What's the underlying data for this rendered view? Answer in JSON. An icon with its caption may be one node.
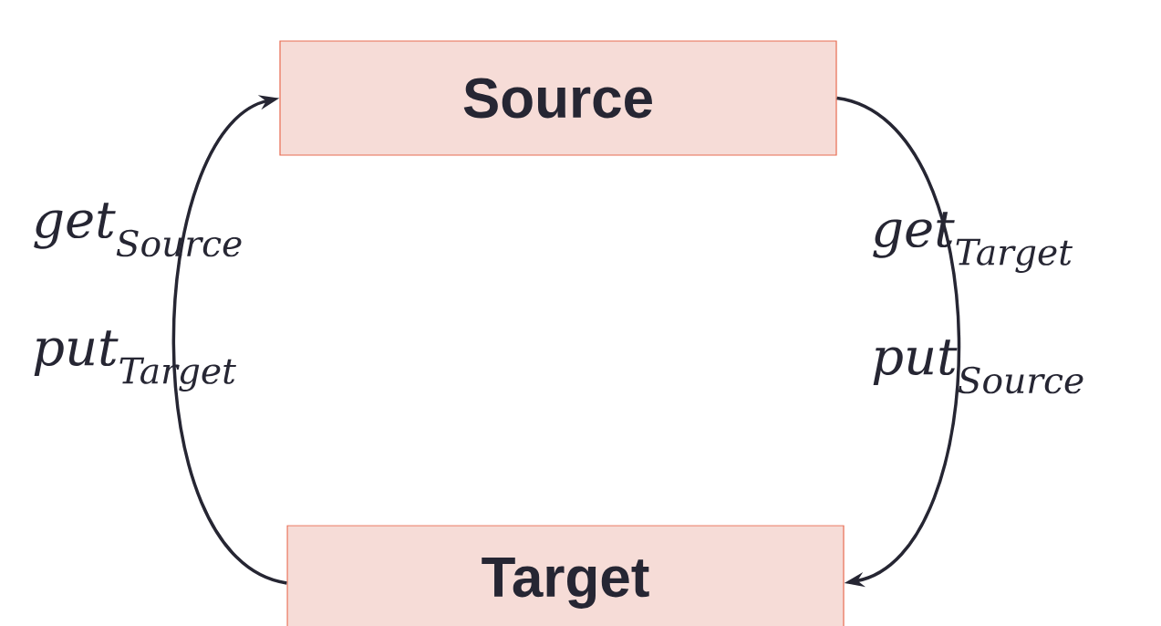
{
  "diagram": {
    "nodes": [
      {
        "text": [
          "Source"
        ]
      },
      {
        "text": [
          "Target"
        ]
      }
    ],
    "edges": [
      {
        "from": 0,
        "to": 1,
        "arrow": "to",
        "label": "get$_{Target}$ put$_{Source}$"
      },
      {
        "from": 1,
        "to": 0,
        "arrow": "to",
        "label": "get$_{Source}$ put$_{Target}$"
      }
    ]
  }
}
